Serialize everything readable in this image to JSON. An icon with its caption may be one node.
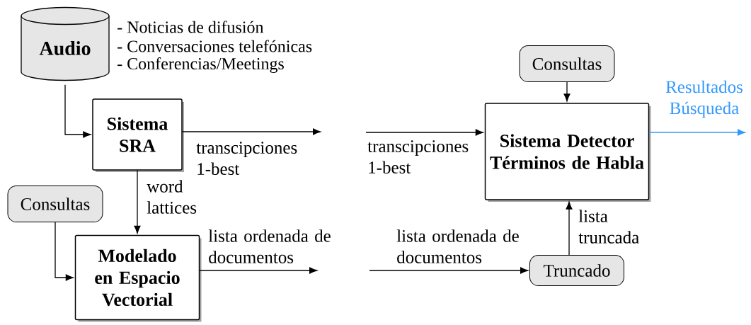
{
  "diagram": {
    "nodes": [
      {
        "text": [
          "Audio"
        ],
        "beside": [
          "- Noticias de difusión",
          "- Conversaciones telefónicas",
          "- Conferencias/Meetings"
        ]
      },
      {
        "text": [
          "Sistema SRA"
        ]
      },
      {
        "text": [
          "Consultas"
        ]
      },
      {
        "text": [
          "Modelado en Espacio Vectorial"
        ]
      },
      {
        "text": [
          "Consultas"
        ]
      },
      {
        "text": [
          "Sistema Detector Términos de Habla"
        ]
      },
      {
        "text": [
          "Truncado"
        ]
      }
    ],
    "edges": [
      {
        "from": 0,
        "to": 1,
        "arrow": "to"
      },
      {
        "from": 1,
        "to": null,
        "arrow": "to",
        "label": "transcipciones 1-best"
      },
      {
        "from": null,
        "to": 5,
        "arrow": "to",
        "label": "transcipciones 1-best"
      },
      {
        "from": 1,
        "to": 3,
        "arrow": "to",
        "label": "word lattices"
      },
      {
        "from": 2,
        "to": 3,
        "arrow": "to"
      },
      {
        "from": 3,
        "to": null,
        "arrow": "to",
        "label": "lista ordenada de documentos"
      },
      {
        "from": null,
        "to": 6,
        "arrow": "to",
        "label": "lista ordenada de documentos"
      },
      {
        "from": 6,
        "to": 5,
        "arrow": "to",
        "label": "lista truncada"
      },
      {
        "from": 4,
        "to": 5,
        "arrow": "to"
      },
      {
        "from": 5,
        "to": null,
        "arrow": "to",
        "label": "Resultados Búsqueda",
        "color": "#3399ff"
      }
    ]
  }
}
